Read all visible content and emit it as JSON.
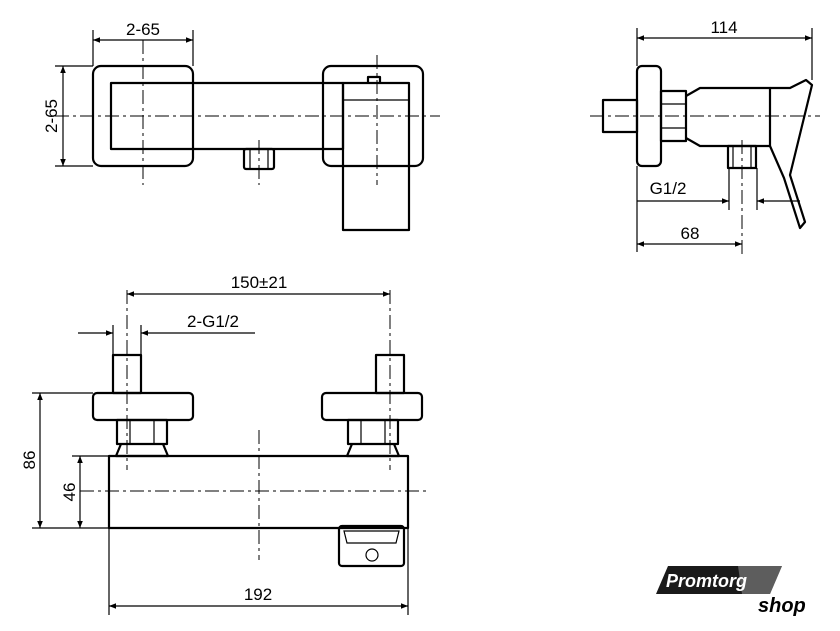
{
  "dimensions": {
    "top_view_width": "2-65",
    "top_view_height": "2-65",
    "side_total": "114",
    "side_thread": "G1/2",
    "side_offset": "68",
    "front_centers": "150±21",
    "front_inlet": "2-G1/2",
    "front_height_total": "86",
    "front_height_body": "46",
    "front_width": "192"
  },
  "logo": {
    "line1": "Promtorg",
    "line2": "shop"
  }
}
